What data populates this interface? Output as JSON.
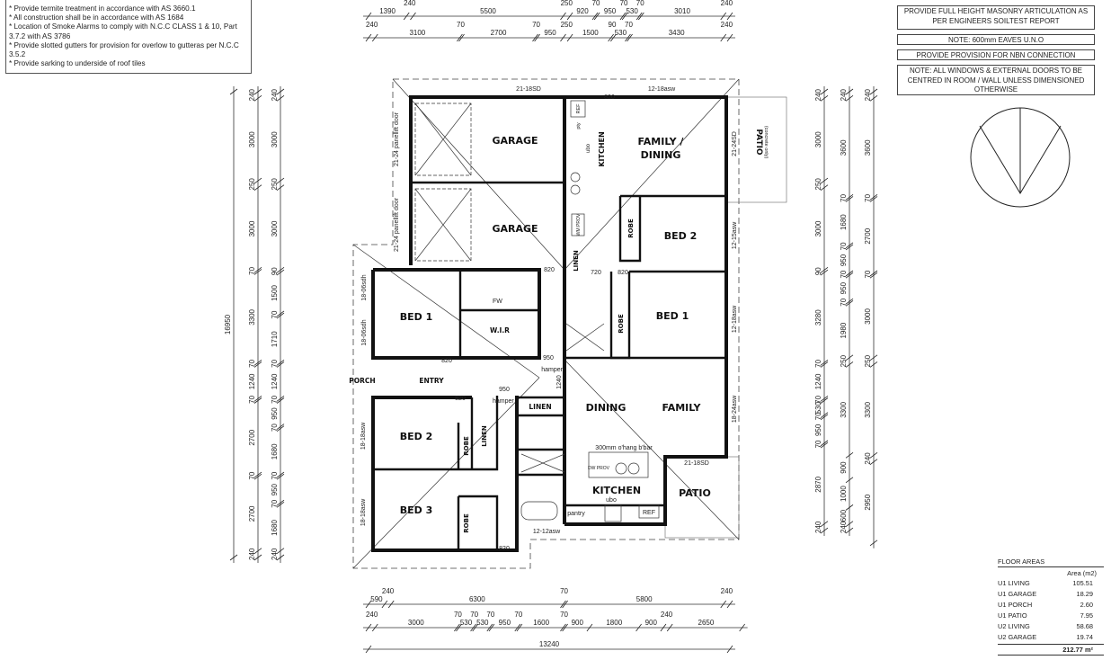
{
  "notes_left": [
    "* Provide termite treatment in accordance with AS 3660.1",
    "* All construction shall be in accordance with AS 1684",
    "* Location of Smoke Alarms to comply with N.C.C CLASS 1 & 10, Part 3.7.2 with AS 3786",
    "* Provide slotted gutters for provision for overlow to gutteras per N.C.C 3.5.2",
    "* Provide sarking to underside of roof tiles"
  ],
  "notes_right": [
    "PROVIDE FULL HEIGHT MASONRY ARTICULATION AS PER ENGINEERS SOILTEST REPORT",
    "NOTE: 600mm EAVES U.N.O",
    "PROVIDE PROVISION FOR NBN CONNECTION",
    "NOTE: ALL WINDOWS & EXTERNAL DOORS TO BE CENTRED IN ROOM / WALL UNLESS DIMENSIONED OTHERWISE"
  ],
  "rooms": {
    "garage_1": "GARAGE",
    "garage_2": "GARAGE",
    "family_dining_1": "FAMILY /",
    "family_dining_2": "DINING",
    "kitchen_u2": "KITCHEN",
    "bed2_u2": "BED 2",
    "robe_u2_bed2": "ROBE",
    "linen_u2": "LINEN",
    "bed1_u2": "BED 1",
    "robe_u2_bed1": "ROBE",
    "bed1_u1": "BED 1",
    "wir": "W.I.R",
    "porch": "PORCH",
    "entry": "ENTRY",
    "linen_u1": "LINEN",
    "dining": "DINING",
    "family": "FAMILY",
    "bed2_u1": "BED 2",
    "robe_u1_bed2": "ROBE",
    "linen_u1_vert": "LINEN",
    "bed3": "BED 3",
    "robe_bed3": "ROBE",
    "kitchen_u1": "KITCHEN",
    "patio_u1": "PATIO",
    "patio_u2": "PATIO",
    "patio_u2_note": "(concrete only)"
  },
  "fixtures": {
    "ref": "REF",
    "pty": "pty",
    "ubo": "ubo",
    "dw": "DW PROV",
    "fw": "FW",
    "hamper": "hamper",
    "bbar": "300mm o'hang b'bar",
    "pantry": "pantry",
    "wm": "WM PROV"
  },
  "openings": {
    "sd_top": "21-18SD",
    "asw_top": "12-18asw",
    "sd_right": "21-24SD",
    "panellift": "21-24 panellift door",
    "asw_1215": "12-15asw",
    "asw_1218": "12-18asw",
    "asw_1824": "18-24asw",
    "asw_1818": "18-18asw",
    "sdh": "18-06sdh",
    "sd_patio": "21-18SD",
    "asw_1212": "12-12asw",
    "d820": "820",
    "d720": "720",
    "d950": "950",
    "d1240": "1240"
  },
  "dimensions": {
    "top_row1": [
      1390,
      240,
      5500,
      250,
      920,
      70,
      950,
      70,
      530,
      70,
      3010,
      240
    ],
    "top_row2": [
      240,
      3100,
      70,
      2700,
      70,
      950,
      250,
      1500,
      90,
      530,
      70,
      3430,
      240
    ],
    "bottom_row1": [
      590,
      240,
      6300,
      70,
      5800,
      240
    ],
    "bottom_row2": [
      240,
      3000,
      70,
      530,
      70,
      530,
      70,
      950,
      70,
      1600,
      70,
      900,
      1800,
      900,
      240,
      2650
    ],
    "bottom_total": [
      13240
    ],
    "left_total": [
      16950
    ],
    "left_col1": [
      240,
      3000,
      250,
      3000,
      70,
      3300,
      70,
      1240,
      70,
      2700,
      70,
      2700,
      240
    ],
    "left_col2": [
      240,
      3000,
      250,
      3000,
      90,
      1500,
      70,
      1710,
      70,
      1240,
      70,
      950,
      70,
      1680,
      70,
      950,
      70,
      1680,
      240
    ],
    "right_col1": [
      240,
      3000,
      250,
      3000,
      90,
      3280,
      70,
      1240,
      70,
      530,
      70,
      950,
      70,
      2870,
      240
    ],
    "right_col2": [
      240,
      3600,
      70,
      1680,
      70,
      950,
      70,
      950,
      70,
      1980,
      250,
      3300,
      900,
      1000,
      600,
      240
    ],
    "right_col3": [
      240,
      3600,
      70,
      2700,
      70,
      3000,
      250,
      3300,
      240,
      2950
    ]
  },
  "floor_areas": {
    "title": "FLOOR AREAS",
    "header": "Area (m2)",
    "rows": [
      {
        "label": "U1 LIVING",
        "value": "105.51"
      },
      {
        "label": "U1 GARAGE",
        "value": "18.29"
      },
      {
        "label": "U1 PORCH",
        "value": "2.60"
      },
      {
        "label": "U1 PATIO",
        "value": "7.95"
      },
      {
        "label": "U2 LIVING",
        "value": "58.68"
      },
      {
        "label": "U2 GARAGE",
        "value": "19.74"
      }
    ],
    "total": "212.77 m²"
  },
  "north_arrow_icon": "north-arrow-icon",
  "colors": {
    "line": "#111111",
    "background": "#ffffff"
  }
}
